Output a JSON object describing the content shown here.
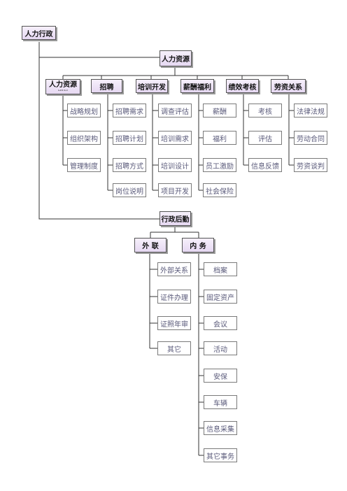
{
  "root": {
    "label": "人力行政"
  },
  "hr": {
    "label": "人力资源",
    "branches": [
      {
        "label": "人力资源",
        "sublabel": "&## Ro2",
        "items": [
          "战略规划",
          "组织架构",
          "管理制度"
        ]
      },
      {
        "label": "招聘",
        "items": [
          "招聘需求",
          "招聘计划",
          "招聘方式",
          "岗位说明"
        ]
      },
      {
        "label": "培训开发",
        "items": [
          "调查评估",
          "培训需求",
          "培训设计",
          "项目开发"
        ]
      },
      {
        "label": "薪酬福利",
        "items": [
          "薪酬",
          "福利",
          "员工激励",
          "社会保险"
        ]
      },
      {
        "label": "绩效考核",
        "items": [
          "考核",
          "评估",
          "信息反馈"
        ]
      },
      {
        "label": "劳资关系",
        "items": [
          "法律法规",
          "劳动合同",
          "劳资谈判"
        ]
      }
    ]
  },
  "admin": {
    "label": "行政后勤",
    "branches": [
      {
        "label": "外 联",
        "items": [
          "外部关系",
          "证件办理",
          "证照年审",
          "其它"
        ]
      },
      {
        "label": "内 务",
        "items": [
          "档案",
          "固定资产",
          "会议",
          "活动",
          "安保",
          "车辆",
          "信息采集",
          "其它事务"
        ]
      }
    ]
  },
  "colors": {
    "header_fill": "#e6d8f2",
    "line": "#333333",
    "leaf_text": "#5a5a7a"
  }
}
